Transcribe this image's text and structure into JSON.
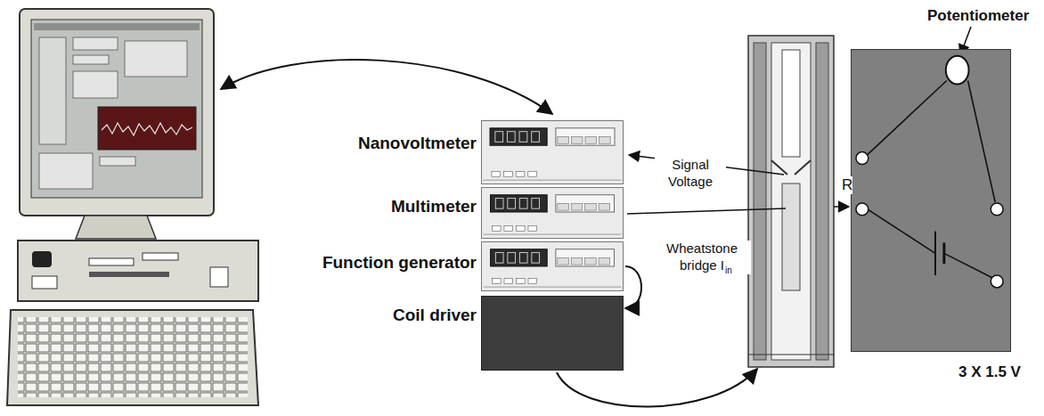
{
  "diagram": {
    "nodes": [
      {
        "text": [
          "Nanovoltmeter"
        ]
      },
      {
        "text": [
          "Multimeter"
        ]
      },
      {
        "text": [
          "Function generator"
        ]
      },
      {
        "text": [
          "Coil driver"
        ]
      },
      {
        "text": [
          "Potentiometer",
          "3 X 1.5 V"
        ]
      }
    ],
    "edges": [
      {
        "from": 2,
        "to": 3,
        "arrow": "to"
      }
    ],
    "labels": [
      "Signal Voltage",
      "Wheatstone bridge I",
      "in",
      "R"
    ]
  }
}
